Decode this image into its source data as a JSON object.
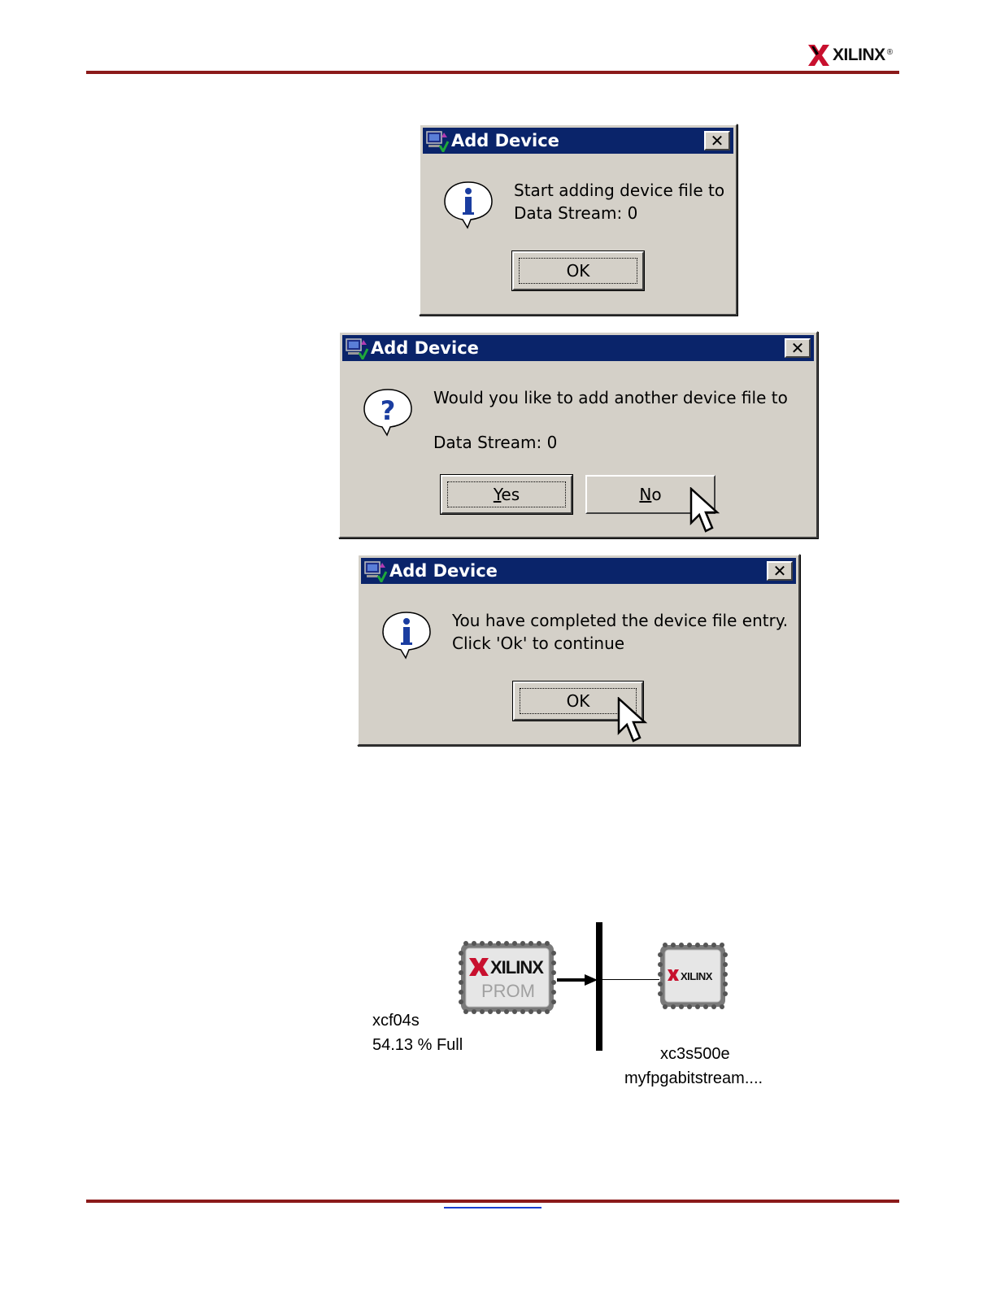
{
  "header": {
    "logo_text": "XILINX",
    "logo_mark": "®"
  },
  "dialogs": [
    {
      "title": "Add Device",
      "icon": "info-icon",
      "message": [
        "Start adding device file to",
        "Data Stream: 0"
      ],
      "buttons": [
        "OK"
      ]
    },
    {
      "title": "Add Device",
      "icon": "question-icon",
      "message": [
        "Would you like to add another device file to",
        "Data Stream: 0"
      ],
      "buttons": [
        {
          "label_pre": "",
          "mnemonic": "Y",
          "label_post": "es"
        },
        {
          "label_pre": "",
          "mnemonic": "N",
          "label_post": "o"
        }
      ]
    },
    {
      "title": "Add Device",
      "icon": "info-icon",
      "message": [
        "You have completed the device file entry.",
        "Click 'Ok' to continue"
      ],
      "buttons": [
        "OK"
      ]
    }
  ],
  "diagram": {
    "prom": {
      "brand": "XILINX",
      "sub": "PROM",
      "name": "xcf04s",
      "status": "54.13 % Full"
    },
    "fpga": {
      "brand": "XILINX",
      "name": "xc3s500e",
      "file": "myfpgabitstream...."
    }
  }
}
